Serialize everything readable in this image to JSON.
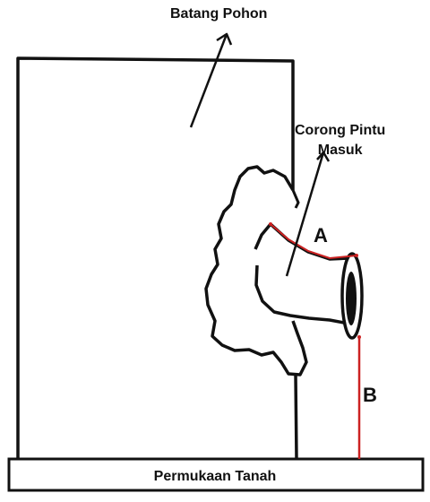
{
  "labels": {
    "trunk": "Batang Pohon",
    "funnel_line1": "Corong Pintu",
    "funnel_line2": "Masuk",
    "dimension_a": "A",
    "dimension_b": "B",
    "ground": "Permukaan Tanah"
  },
  "colors": {
    "outline": "#111111",
    "measure": "#cc2222",
    "background": "#ffffff"
  }
}
